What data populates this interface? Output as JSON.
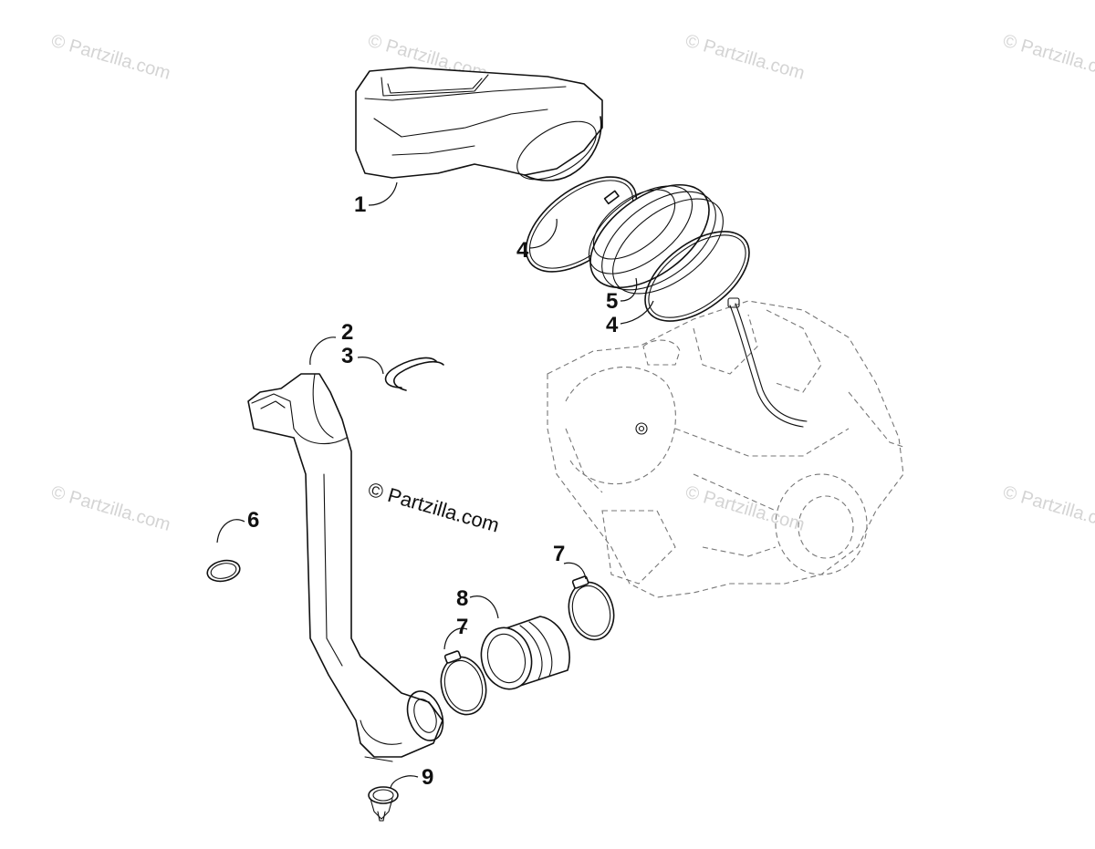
{
  "watermarks": {
    "small": "© Partzilla.com",
    "main": "© Partzilla.com"
  },
  "callouts": {
    "p1": "1",
    "p2": "2",
    "p3": "3",
    "p4a": "4",
    "p4b": "4",
    "p5": "5",
    "p6": "6",
    "p7a": "7",
    "p7b": "7",
    "p8": "8",
    "p9": "9"
  },
  "colors": {
    "line": "#111111",
    "watermark": "#d4d4d4",
    "ghost": "#777777"
  }
}
